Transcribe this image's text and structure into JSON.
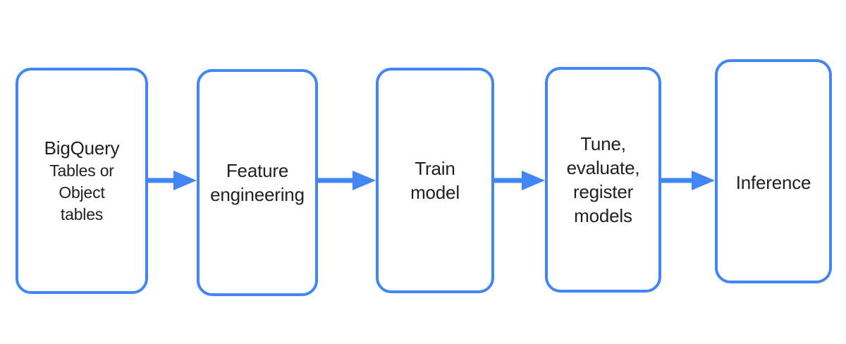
{
  "palette": {
    "accent": "#4285F4",
    "text": "#202124",
    "node_fill": "#ffffff",
    "background": "#ffffff"
  },
  "flow": {
    "nodes": [
      {
        "title": "BigQuery",
        "subtitle": "Tables or\nObject\ntables"
      },
      {
        "label": "Feature\nengineering"
      },
      {
        "label": "Train\nmodel"
      },
      {
        "label": "Tune,\nevaluate,\nregister\nmodels"
      },
      {
        "label": "Inference"
      }
    ]
  }
}
